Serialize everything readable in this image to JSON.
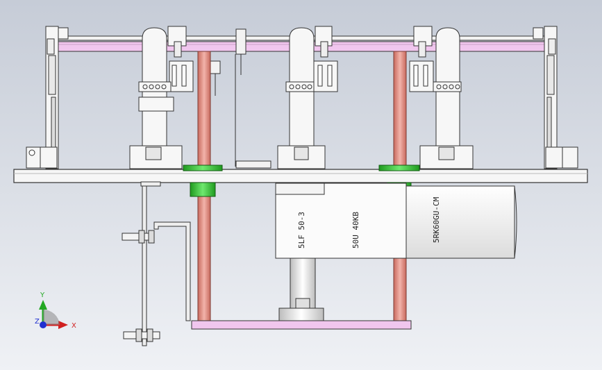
{
  "motor": {
    "gearbox_left": "5LF 50-3",
    "gearbox_right": "50U   40KB",
    "motor_model": "5RK60GU-CM"
  },
  "triad": {
    "x_label": "X",
    "y_label": "Y",
    "z_label": "Z"
  },
  "colors": {
    "background_top": "#c9cfda",
    "background_bottom": "#eef0f4",
    "rail_pink": "#f0c6ee",
    "shaft_red": "#d9857a",
    "collar_green": "#39c639",
    "plate_white": "#f6f6f6",
    "outline": "#333333"
  }
}
